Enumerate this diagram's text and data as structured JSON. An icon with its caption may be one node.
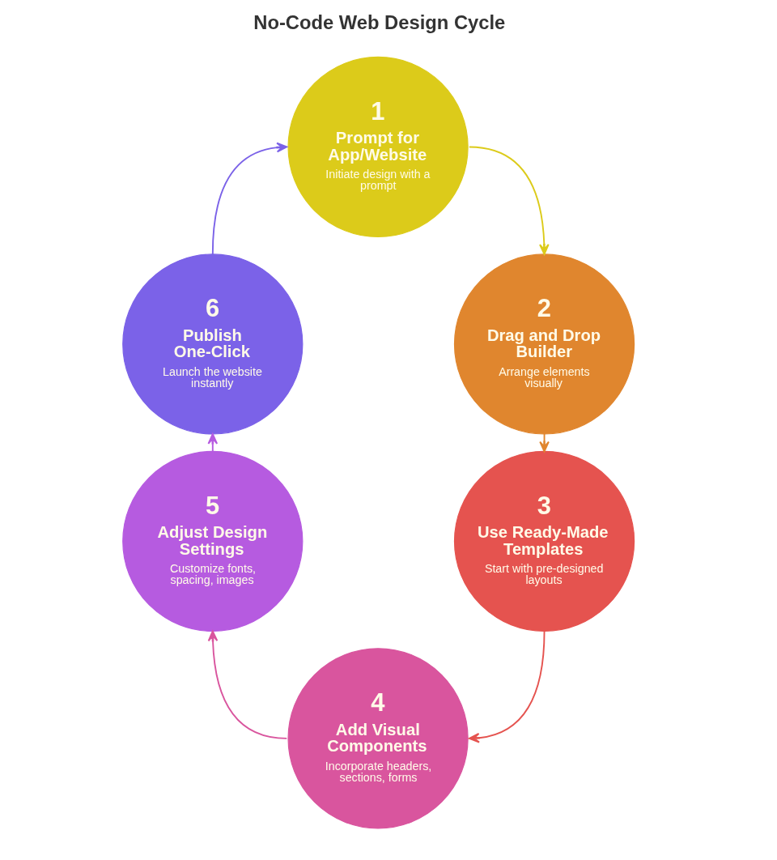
{
  "diagram": {
    "title": "No-Code Web Design Cycle",
    "nodes": [
      {
        "text": [
          "1",
          "Prompt for App/Website",
          "Initiate design with a prompt"
        ]
      },
      {
        "text": [
          "2",
          "Drag and Drop Builder",
          "Arrange elements visually"
        ]
      },
      {
        "text": [
          "3",
          "Use Ready-Made Templates",
          "Start with pre-designed layouts"
        ]
      },
      {
        "text": [
          "4",
          "Add Visual Components",
          "Incorporate headers, sections, forms"
        ]
      },
      {
        "text": [
          "5",
          "Adjust Design Settings",
          "Customize fonts, spacing, images"
        ]
      },
      {
        "text": [
          "6",
          "Publish One-Click",
          "Launch the website instantly"
        ]
      }
    ],
    "edges": [
      {
        "from": 0,
        "to": 1,
        "arrow": "to",
        "color": "#dccb1a"
      },
      {
        "from": 1,
        "to": 2,
        "arrow": "to",
        "color": "#e0862e"
      },
      {
        "from": 2,
        "to": 3,
        "arrow": "to",
        "color": "#e5534f"
      },
      {
        "from": 3,
        "to": 4,
        "arrow": "to",
        "color": "#d9559e"
      },
      {
        "from": 4,
        "to": 5,
        "arrow": "to",
        "color": "#b65be0"
      },
      {
        "from": 5,
        "to": 0,
        "arrow": "to",
        "color": "#7b62e8"
      }
    ]
  }
}
